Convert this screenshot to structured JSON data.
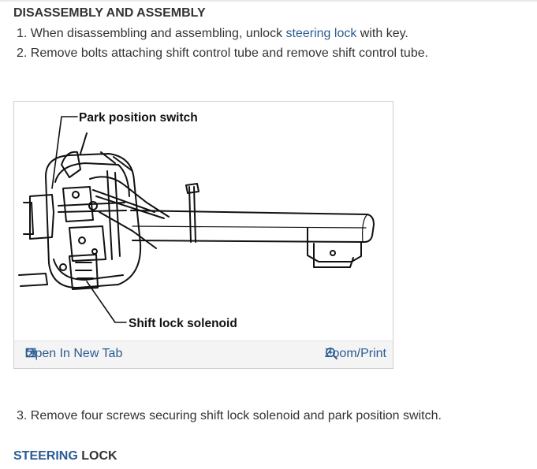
{
  "heading": "DISASSEMBLY AND ASSEMBLY",
  "steps": [
    {
      "number": "1.",
      "before": "When disassembling and assembling, unlock ",
      "link": "steering lock",
      "after": " with key."
    },
    {
      "number": "2.",
      "text": "Remove bolts attaching shift control tube and remove shift control tube."
    },
    {
      "number": "3.",
      "text": "Remove four screws securing shift lock solenoid and park position switch."
    }
  ],
  "figure": {
    "callouts": {
      "park_switch": "Park position switch",
      "solenoid": "Shift lock solenoid"
    },
    "open_tab_label": "Open In New Tab",
    "zoom_print_label": "Zoom/Print",
    "icons": {
      "open_tab": "open-new-tab-icon",
      "zoom": "zoom-in-icon"
    },
    "link_color": "#2a5c93"
  },
  "footer": {
    "link": "STEERING",
    "rest": " LOCK"
  }
}
